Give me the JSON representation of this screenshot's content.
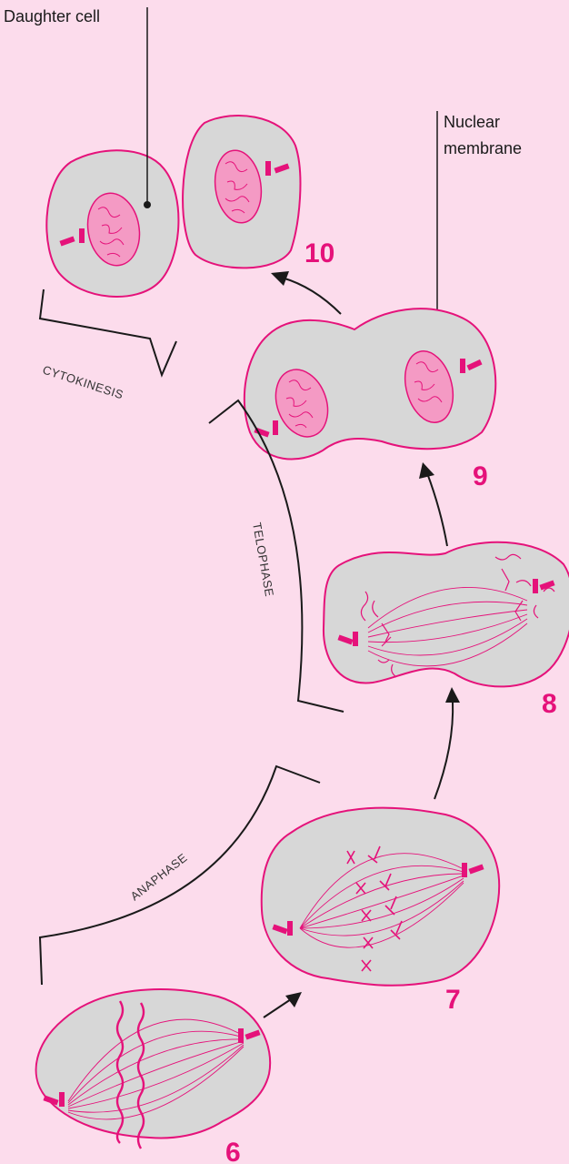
{
  "colors": {
    "background": "#fcdcec",
    "cell_fill": "#d7d7d7",
    "accent": "#e5127a",
    "nucleus_fill": "#f49ac4",
    "line": "#1a1a1a"
  },
  "labels": {
    "daughter_cell": "Daughter cell",
    "nuclear_membrane_line1": "Nuclear",
    "nuclear_membrane_line2": "membrane"
  },
  "phases": {
    "cytokinesis": "CYTOKINESIS",
    "telophase": "TELOPHASE",
    "anaphase": "ANAPHASE"
  },
  "stages": {
    "s6": "6",
    "s7": "7",
    "s8": "8",
    "s9": "9",
    "s10": "10"
  }
}
